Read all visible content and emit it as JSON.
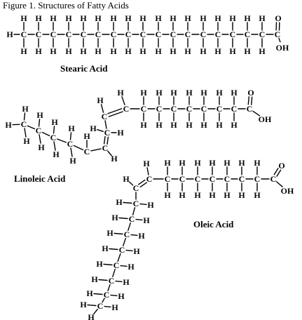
{
  "figure_title": "Figure 1. Structures of Fatty Acids",
  "molecules": [
    {
      "name": "Stearic Acid"
    },
    {
      "name": "Linoleic Acid"
    },
    {
      "name": "Oleic Acid"
    }
  ],
  "atoms": {
    "carbon": "C",
    "hydrogen": "H",
    "oxygen": "O",
    "hydroxyl": "OH"
  }
}
